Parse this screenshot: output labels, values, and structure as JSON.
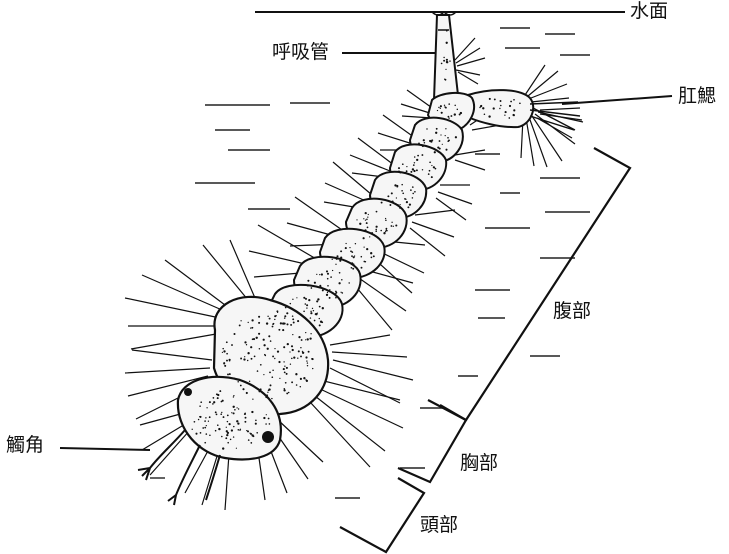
{
  "labels": {
    "water_surface": "水面",
    "siphon": "呼吸管",
    "anal_gills": "肛鰓",
    "abdomen": "腹部",
    "thorax": "胸部",
    "head": "頭部",
    "antenna": "觸角"
  },
  "colors": {
    "ink": "#111111",
    "body_fill": "#f6f6f6",
    "background": "#ffffff"
  }
}
